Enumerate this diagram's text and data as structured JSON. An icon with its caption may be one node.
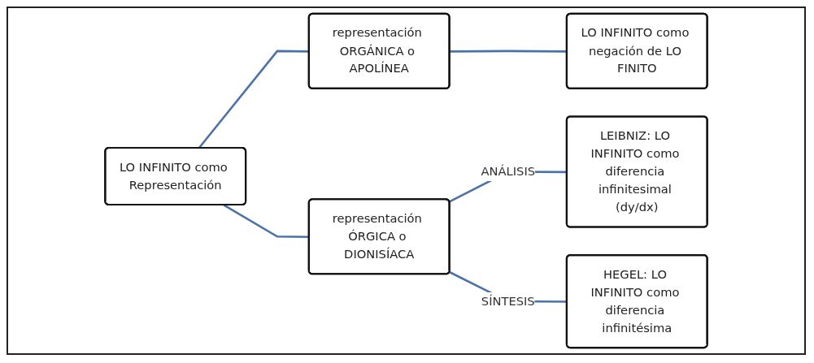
{
  "diagram": {
    "nodes": [
      {
        "text": [
          "LO INFINITO como Representación"
        ]
      },
      {
        "text": [
          "representación ORGÁNICA o APOLÍNEA"
        ]
      },
      {
        "text": [
          "LO INFINITO como negación de LO FINITO"
        ]
      },
      {
        "text": [
          "representación ÓRGICA o DIONISÍACA"
        ]
      },
      {
        "text": [
          "LEIBNIZ: LO INFINITO como diferencia infinitesimal (dy/dx)"
        ]
      },
      {
        "text": [
          "HEGEL: LO INFINITO como diferencia infinitésima"
        ]
      }
    ],
    "edges": [
      {
        "from": 0,
        "to": 1,
        "arrow": "none"
      },
      {
        "from": 1,
        "to": 2,
        "arrow": "none"
      },
      {
        "from": 0,
        "to": 3,
        "arrow": "none"
      },
      {
        "from": 3,
        "to": 4,
        "arrow": "none",
        "label": "ANÁLISIS"
      },
      {
        "from": 3,
        "to": 5,
        "arrow": "none",
        "label": "SÍNTESIS"
      }
    ]
  }
}
